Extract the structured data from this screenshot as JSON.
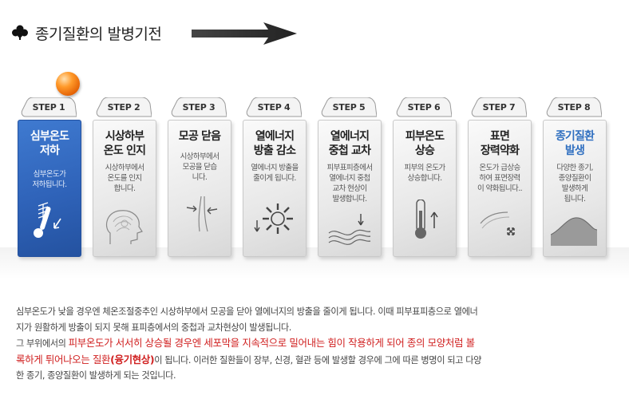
{
  "header": {
    "title": "종기질환의 발병기전",
    "clover_icon": "clover-icon",
    "arrow_icon": "arrow-right-icon"
  },
  "steps": [
    {
      "tab": "STEP 1",
      "title": [
        "심부온도",
        "저하"
      ],
      "desc": [
        "심부온도가",
        "저하됩니다."
      ],
      "icon": "thermometer-cold-icon"
    },
    {
      "tab": "STEP 2",
      "title": [
        "시상하부",
        "온도 인지"
      ],
      "desc": [
        "시상하부에서",
        "온도를 인지",
        "합니다."
      ],
      "icon": "brain-head-icon"
    },
    {
      "tab": "STEP 3",
      "title": [
        "모공 닫음"
      ],
      "desc": [
        "시상하부에서",
        "모공을 닫습",
        "니다."
      ],
      "icon": "pore-close-icon"
    },
    {
      "tab": "STEP 4",
      "title": [
        "열에너지",
        "방출 감소"
      ],
      "desc": [
        "열에너지 방출을",
        "줄이게 됩니다."
      ],
      "icon": "sun-heat-icon"
    },
    {
      "tab": "STEP 5",
      "title": [
        "열에너지",
        "중첩 교차"
      ],
      "desc": [
        "피부표피층에서",
        "열에너지 중첩",
        "교차 현상이",
        "발생합니다."
      ],
      "icon": "waves-cross-icon"
    },
    {
      "tab": "STEP 6",
      "title": [
        "피부온도",
        "상승"
      ],
      "desc": [
        "피부의 온도가",
        "상승합니다."
      ],
      "icon": "thermometer-hot-icon"
    },
    {
      "tab": "STEP 7",
      "title": [
        "표면",
        "장력약화"
      ],
      "desc": [
        "온도가 급상승",
        "하여 표면장력",
        "이 약화됩니다.."
      ],
      "icon": "surface-expand-icon"
    },
    {
      "tab": "STEP 8",
      "title": [
        "종기질환",
        "발생"
      ],
      "desc": [
        "다양한 종기,",
        "종양질환이",
        "발생하게",
        "됩니다."
      ],
      "icon": "skin-lump-icon"
    }
  ],
  "paragraph": {
    "line1": "심부온도가 낮을 경우엔 체온조절중추인 시상하부에서 모공을 닫아 열에너지의 방출을 줄이게 됩니다. 이때 피부표피층으로 열에너",
    "line2": "지가 원활하게 방출이 되지 못해 표피층에서의 중첩과 교차현상이 발생됩니다.",
    "line3_pre": "그 부위에서의 ",
    "line3_red": "피부온도가 서서히 상승될 경우엔 세포막을 지속적으로 밀어내는 힘이 작용하게 되어 종의 모양처럼 볼",
    "line4_red": "록하게 튀어나오는 질환",
    "line4_redbold": "(융기현상)",
    "line4_post": "이 됩니다. 이러한 질환들이 장부, 신경, 혈관 등에 발생할 경우에 그에 따른 병명이 되고 다양",
    "line5": "한 종기, 종양질환이 발생하게 되는 것입니다."
  }
}
